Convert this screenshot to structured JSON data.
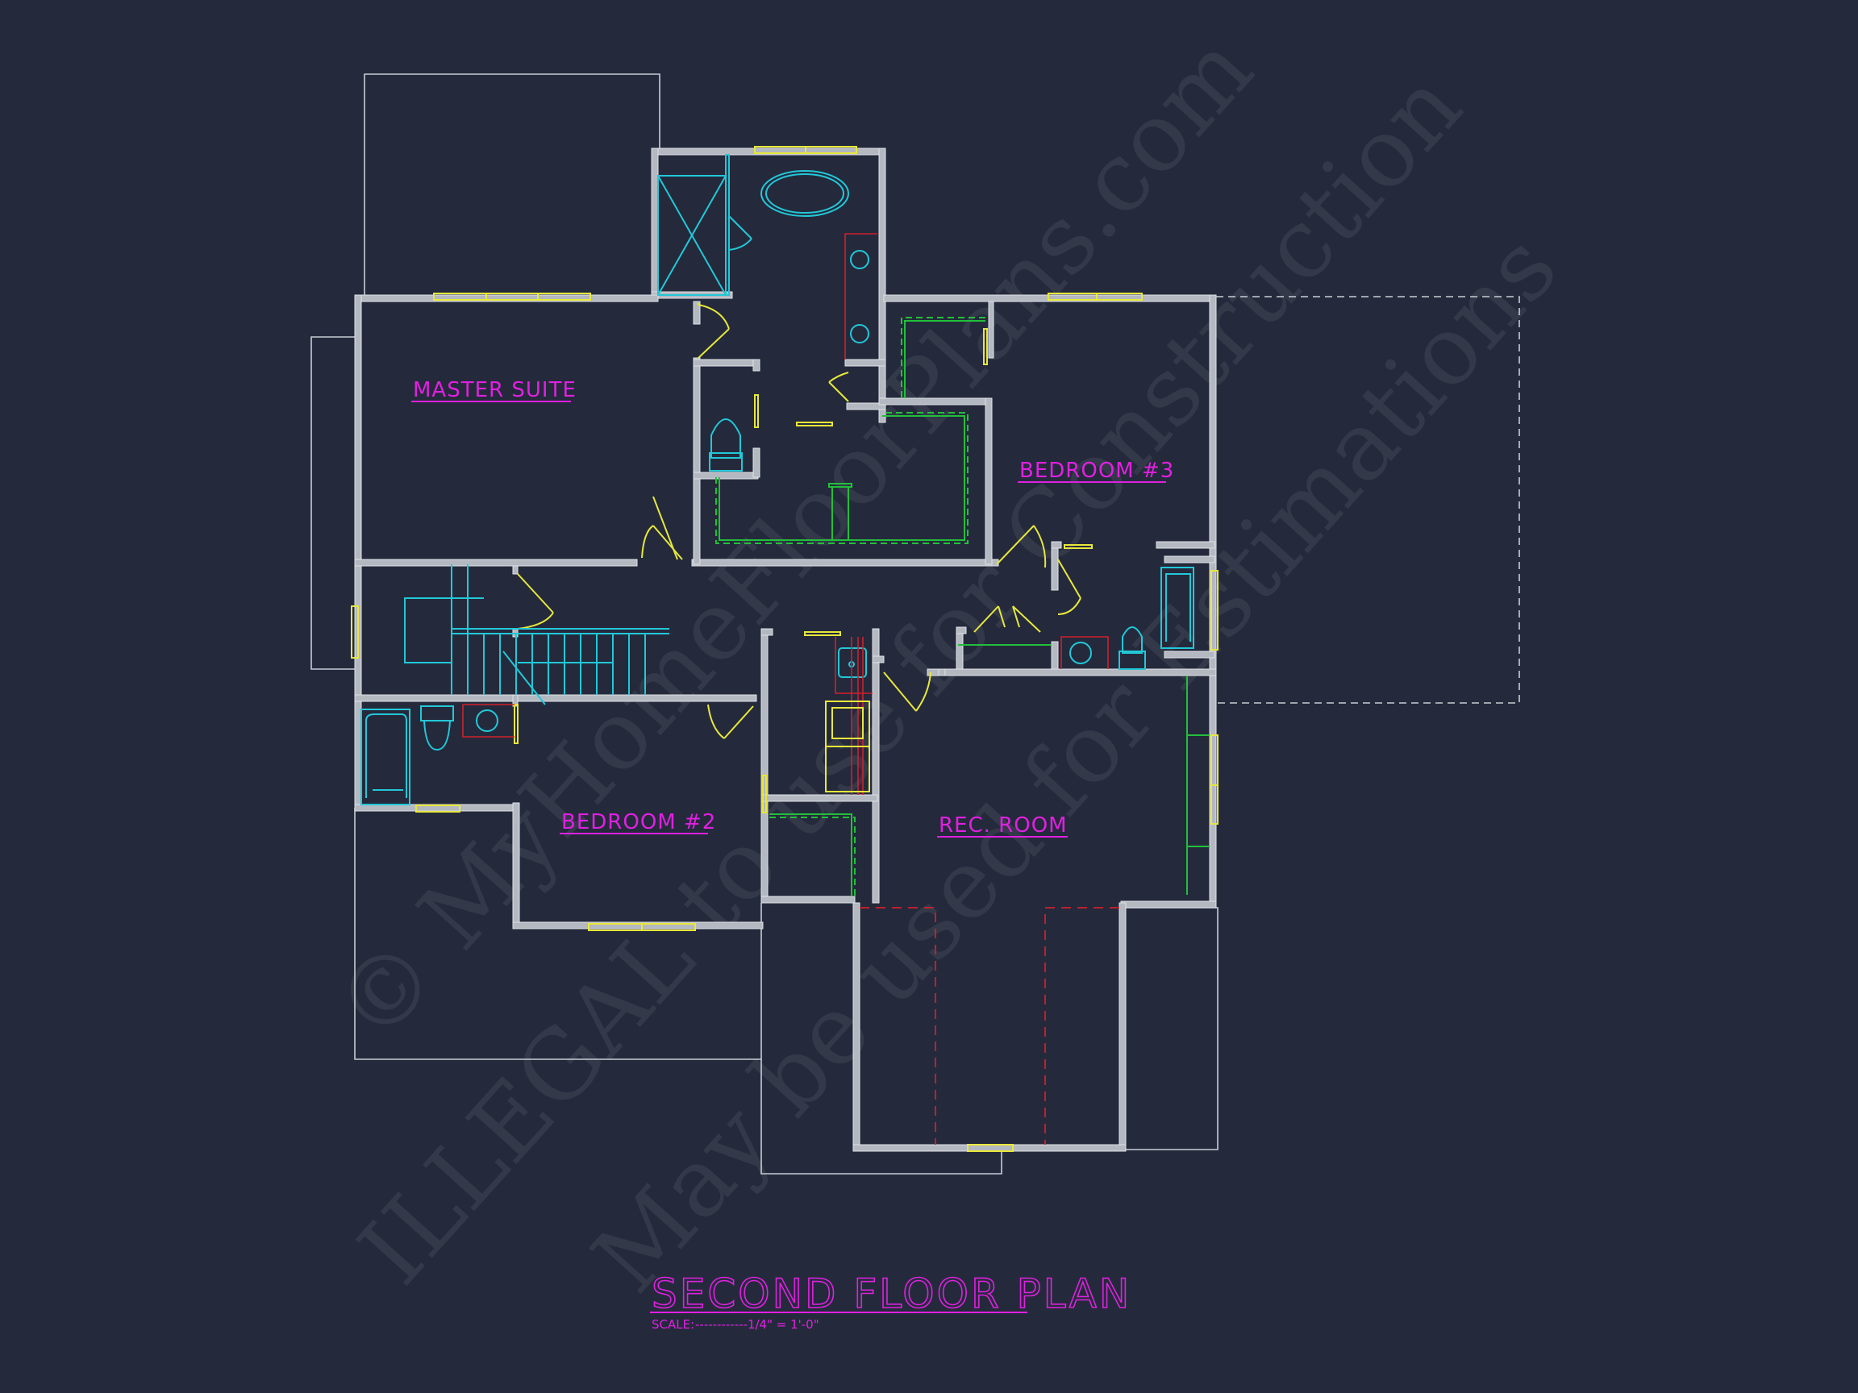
{
  "drawing": {
    "title": "SECOND FLOOR PLAN",
    "scale_label": "SCALE:",
    "scale_value": "------------1/4\" = 1'-0\"",
    "background": "#242a3c"
  },
  "rooms": [
    {
      "id": "master-suite",
      "label": "MASTER SUITE"
    },
    {
      "id": "bedroom-3",
      "label": "BEDROOM #3"
    },
    {
      "id": "bedroom-2",
      "label": "BEDROOM #2"
    },
    {
      "id": "rec-room",
      "label": "REC. ROOM"
    }
  ],
  "watermark": {
    "line1": "© MyHomeFloorPlans.com",
    "line2": "ILLEGAL to use for Construction",
    "line3": "May be used for Estimations"
  },
  "colors": {
    "label": "#e020e0",
    "walls": "#b4b8c0",
    "windows_doors": "#e8e83a",
    "fixtures": "#22c8d8",
    "closets": "#22c03a",
    "counters": "#d0202c"
  }
}
